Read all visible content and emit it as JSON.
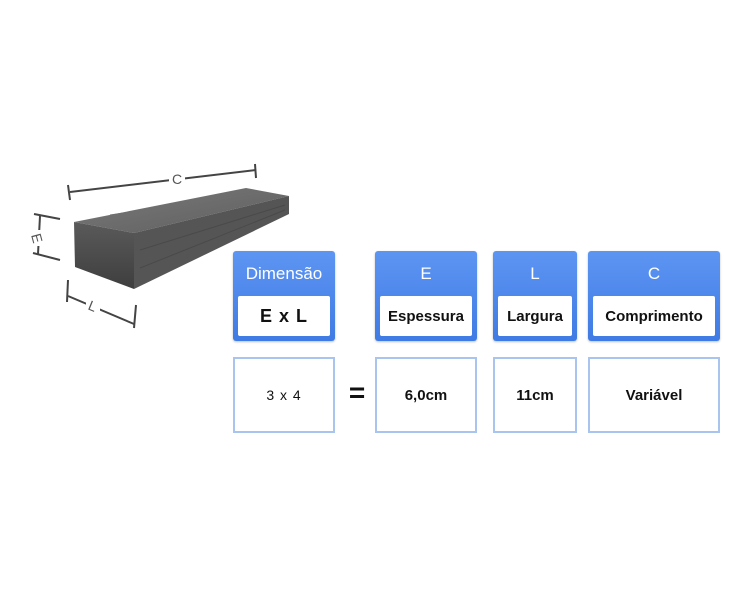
{
  "diagram": {
    "labels": {
      "comprimento": "C",
      "espessura": "E",
      "largura": "L"
    },
    "colors": {
      "wood_top": "#6a6a6a",
      "wood_front": "#4d4d4d",
      "wood_side": "#5b5b5b",
      "dimension_line": "#444444"
    }
  },
  "table": {
    "colors": {
      "header_blue": "#4a86ea",
      "border_light_blue": "#a9c4ee"
    },
    "headers": [
      {
        "symbol": "Dimensão",
        "label": "E x L"
      },
      {
        "symbol": "E",
        "label": "Espessura"
      },
      {
        "symbol": "L",
        "label": "Largura"
      },
      {
        "symbol": "C",
        "label": "Comprimento"
      }
    ],
    "equals": "=",
    "values": [
      "3 x 4",
      "6,0cm",
      "11cm",
      "Variável"
    ]
  }
}
